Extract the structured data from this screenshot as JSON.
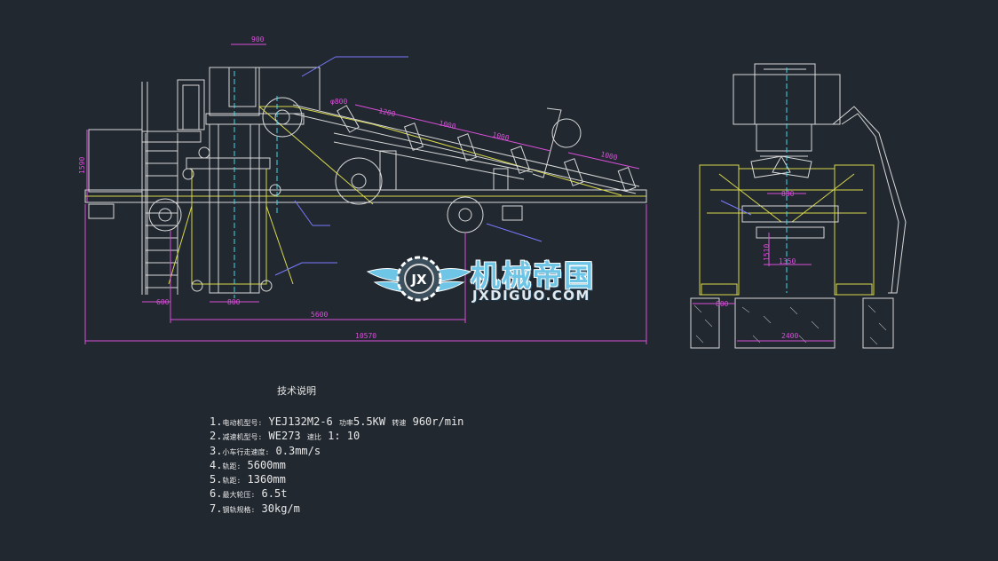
{
  "side_view_dimensions": {
    "top_width": "900",
    "roller_dia": "φ800",
    "seg1": "1200",
    "seg2": "1000",
    "seg3": "1000",
    "seg4": "1000",
    "height": "1590",
    "base_left": "600",
    "base_mid": "800",
    "wheelbase": "5600",
    "overall_length": "10570"
  },
  "end_view_dimensions": {
    "inner_width": "880",
    "height": "1510",
    "track": "1350",
    "left_offset": "800",
    "base_width": "2400"
  },
  "technical_notes": {
    "title": "技术说明",
    "items": [
      {
        "num": "1.",
        "label": "电动机型号:",
        "value": "YEJ132M2-6",
        "extra_label": "功率",
        "extra_value": "5.5KW",
        "extra_label2": "转速",
        "extra_value2": "960r/min"
      },
      {
        "num": "2.",
        "label": "减速机型号:",
        "value": "WE273",
        "extra_label": "速比",
        "extra_value": "1: 10"
      },
      {
        "num": "3.",
        "label": "小车行走速度:",
        "value": "0.3mm/s"
      },
      {
        "num": "4.",
        "label": "轨距:",
        "value": "5600mm"
      },
      {
        "num": "5.",
        "label": "轨距:",
        "value": "1360mm"
      },
      {
        "num": "6.",
        "label": "最大轮压:",
        "value": "6.5t"
      },
      {
        "num": "7.",
        "label": "钢轨规格:",
        "value": "30kg/m"
      }
    ]
  },
  "watermark": {
    "cn": "机械帝国",
    "en": "JXDIGUO.COM",
    "badge": "JX"
  },
  "colors": {
    "background": "#212830",
    "structure": "#d8d8d8",
    "frame": "#d9d94a",
    "dimension": "#d94fd9",
    "centerline": "#44d9e6",
    "annotation": "#7a7aff"
  }
}
